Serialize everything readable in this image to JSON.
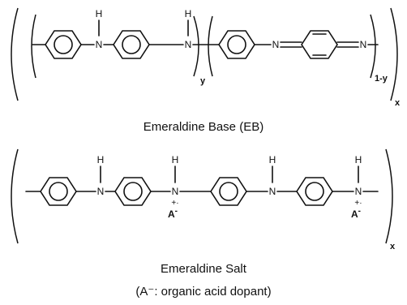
{
  "top_structure": {
    "atoms": {
      "h1": "H",
      "n1": "N",
      "h2": "H",
      "n2": "N",
      "n3": "N",
      "n4": "N"
    },
    "subscripts": {
      "y": "y",
      "one_minus_y": "1-y",
      "x": "x"
    },
    "caption": "Emeraldine Base (EB)"
  },
  "bottom_structure": {
    "atoms": {
      "h1": "H",
      "n1": "N",
      "h2": "H",
      "n2": "N",
      "charge2": "+·",
      "anion2": "A",
      "h3": "H",
      "n3": "N",
      "h4": "H",
      "n4": "N",
      "charge4": "+·",
      "anion4": "A"
    },
    "anion_charge": "-",
    "subscripts": {
      "x": "x"
    },
    "caption": "Emeraldine Salt",
    "note": "(A⁻: organic acid dopant)"
  }
}
